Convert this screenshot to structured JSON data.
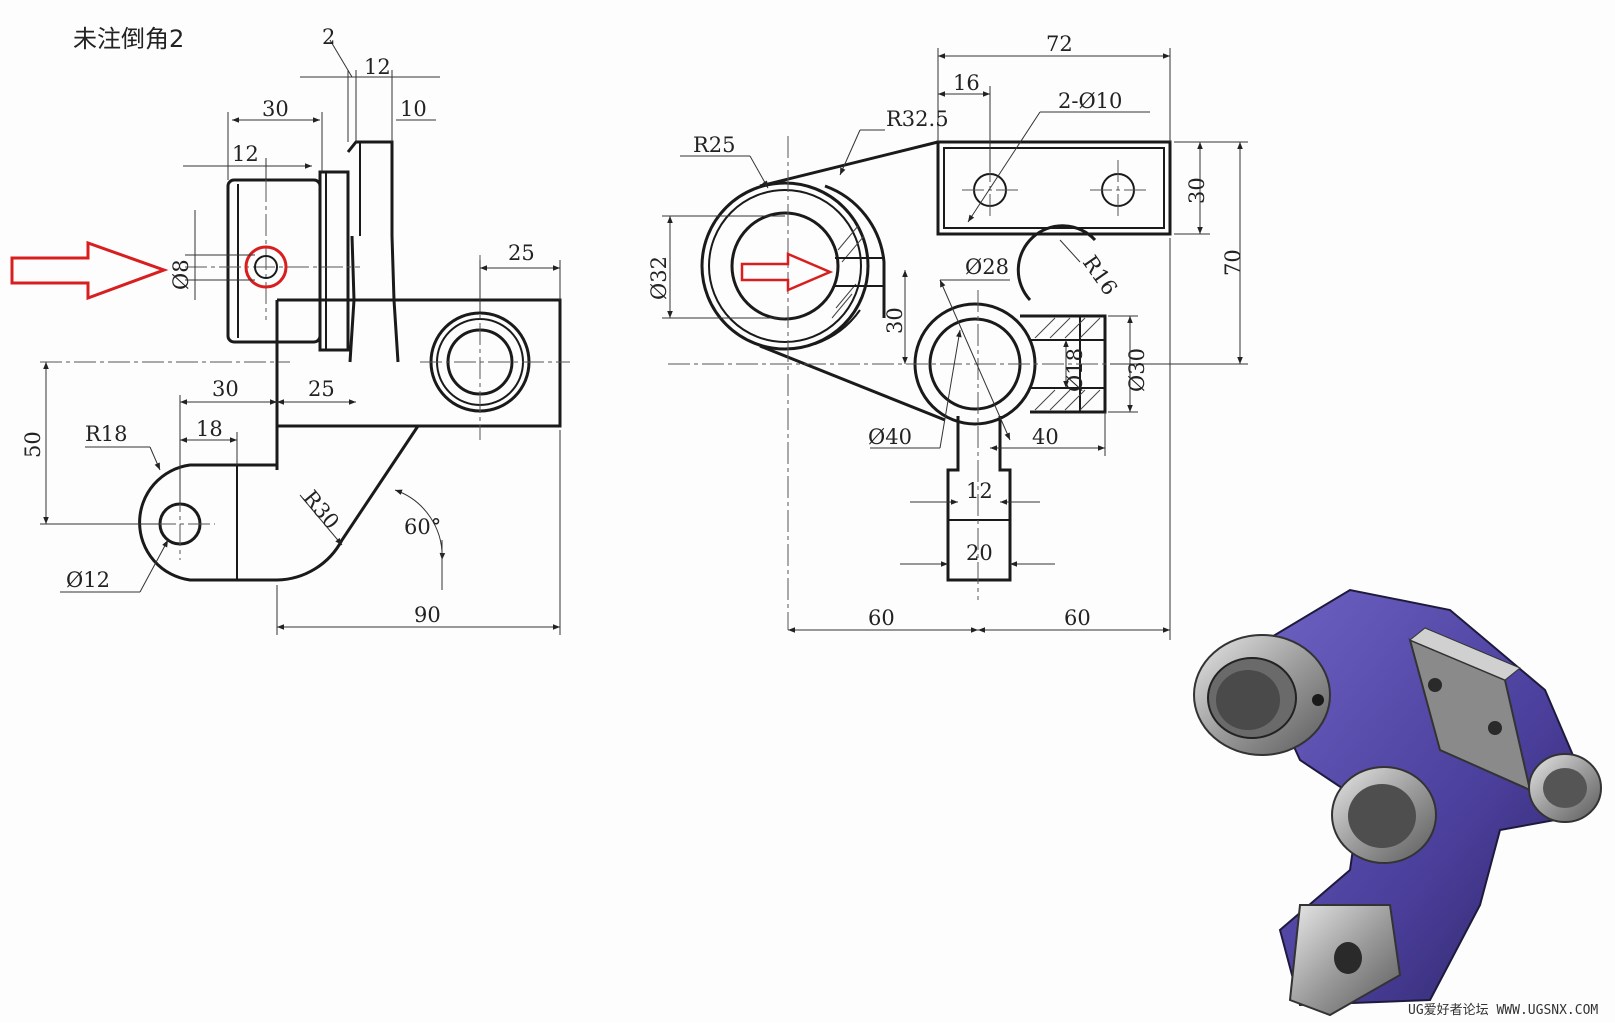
{
  "note": "未注倒角2",
  "front_view": {
    "dims": {
      "d2": "2",
      "d12_top": "12",
      "d10": "10",
      "d30_top": "30",
      "d12_left": "12",
      "phi8": "Ø8",
      "d25_right": "25",
      "d30_mid": "30",
      "d25_mid": "25",
      "r18": "R18",
      "d18": "18",
      "d50": "50",
      "r30": "R30",
      "a60": "60°",
      "phi12": "Ø12",
      "d90": "90"
    }
  },
  "top_view": {
    "dims": {
      "d72": "72",
      "d16": "16",
      "r32_5": "R32.5",
      "phi10x2": "2-Ø10",
      "r25": "R25",
      "d30_right": "30",
      "d70": "70",
      "phi32": "Ø32",
      "phi28": "Ø28",
      "r16": "R16",
      "d30_mid": "30",
      "phi18": "Ø18",
      "phi30": "Ø30",
      "phi40": "Ø40",
      "d40": "40",
      "d12": "12",
      "d20": "20",
      "d60_left": "60",
      "d60_right": "60"
    }
  },
  "model_colors": {
    "body": "#4b3f9c",
    "metal": "#9a9a9a",
    "dark": "#1e1a3c"
  },
  "watermark": "UG爱好者论坛 WWW.UGSNX.COM",
  "icons": {
    "arrow_left": "red-outline-arrow-icon",
    "arrow_center": "red-outline-arrow-icon",
    "highlight": "red-circle-highlight-icon"
  }
}
